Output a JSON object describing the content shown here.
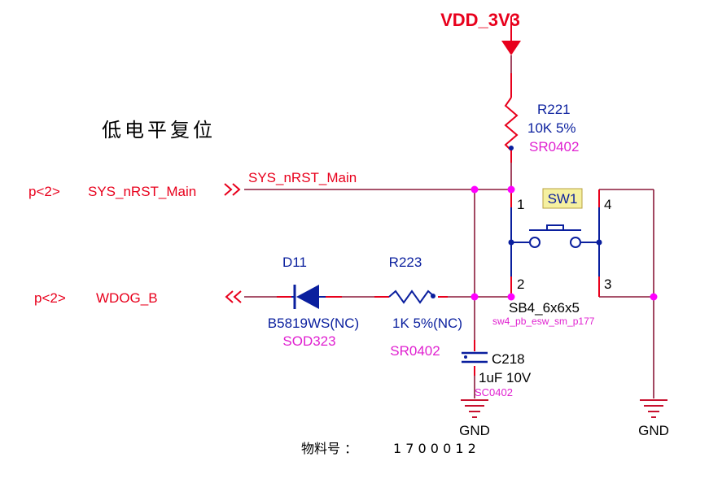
{
  "title": "低电平复位",
  "power": {
    "net": "VDD_3V3"
  },
  "nets": {
    "sys_rst": "SYS_nRST_Main",
    "sys_rst_port": "SYS_nRST_Main",
    "sys_rst_page": "p<2>",
    "wdog": "WDOG_B",
    "wdog_page": "p<2>"
  },
  "r221": {
    "ref": "R221",
    "value": "10K 5%",
    "footprint": "SR0402"
  },
  "r223": {
    "ref": "R223",
    "value": "1K 5%(NC)",
    "footprint": "SR0402"
  },
  "d11": {
    "ref": "D11",
    "value": "B5819WS(NC)",
    "footprint": "SOD323"
  },
  "c218": {
    "ref": "C218",
    "value": "1uF 10V",
    "footprint": "SC0402"
  },
  "sw1": {
    "ref": "SW1",
    "pins": [
      "1",
      "2",
      "3",
      "4"
    ],
    "part": "SB4_6x6x5",
    "footprint": "sw4_pb_esw_sm_p177"
  },
  "gnd": [
    "GND",
    "GND"
  ],
  "footer": {
    "label": "物料号 ：",
    "code": "1 7 0 0 0 1 2"
  },
  "colors": {
    "wire": "#8b1a3a",
    "pin": "#e8001c",
    "power": "#e8001c",
    "component": "#0a1f9e",
    "footprint": "#e020d0",
    "junction": "#ff00ff",
    "refbox": "#f5f0a0"
  }
}
